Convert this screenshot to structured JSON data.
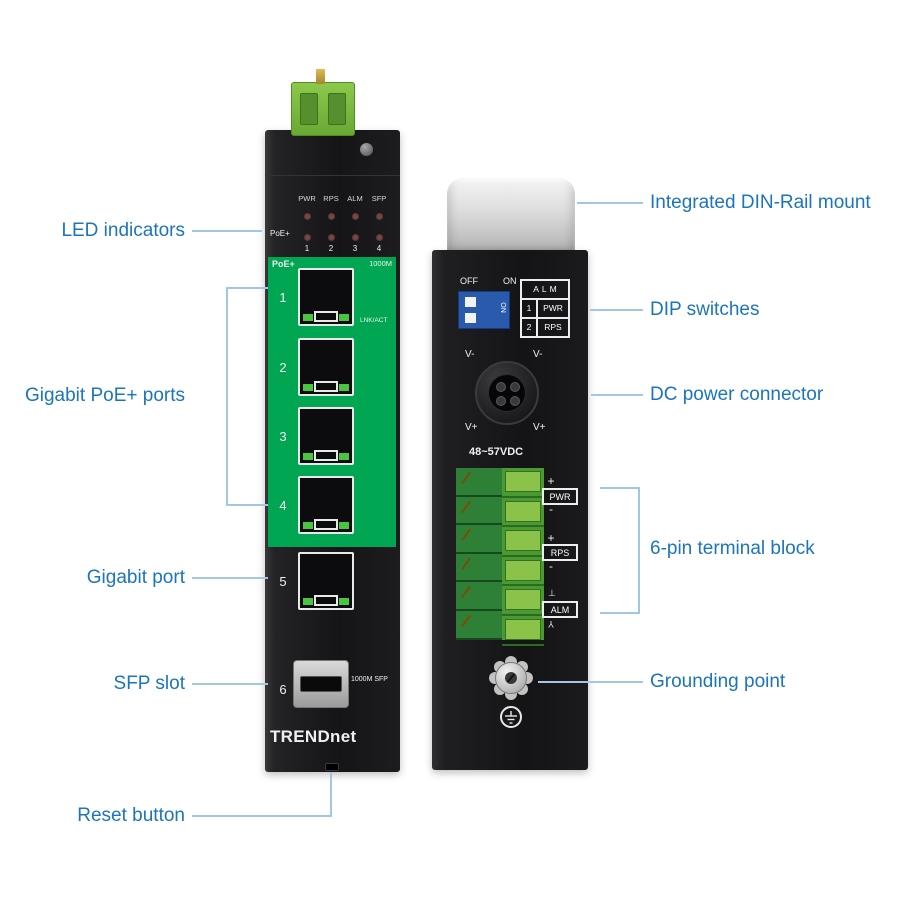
{
  "colors": {
    "label_blue": "#1B75BC",
    "line_blue": "#A3C6E2",
    "panel_green": "#00A651",
    "connector_green": "#7DC243",
    "device_black": "#1A1A1C",
    "screw_orange": "#E88F10"
  },
  "callouts": {
    "left": [
      {
        "label": "LED indicators"
      },
      {
        "label": "Gigabit PoE+ ports"
      },
      {
        "label": "Gigabit port"
      },
      {
        "label": "SFP slot"
      },
      {
        "label": "Reset button"
      }
    ],
    "right": [
      {
        "label": "Integrated DIN-Rail mount"
      },
      {
        "label": "DIP switches"
      },
      {
        "label": "DC power connector"
      },
      {
        "label": "6-pin terminal block"
      },
      {
        "label": "Grounding point"
      }
    ]
  },
  "front": {
    "brand": "TRENDnet",
    "led_labels": [
      "PWR",
      "RPS",
      "ALM",
      "SFP"
    ],
    "poe_row_label": "PoE+",
    "led_numbers": [
      "1",
      "2",
      "3",
      "4"
    ],
    "panel_poe_label": "PoE+",
    "panel_speed_label": "1000M",
    "lnk_act_label": "LNK/ACT",
    "port_numbers": [
      "1",
      "2",
      "3",
      "4"
    ],
    "gigabit_port_number": "5",
    "sfp_number": "6",
    "sfp_label": "1000M SFP"
  },
  "side": {
    "dip_off": "OFF",
    "dip_on": "ON",
    "dip_on_switch": "ON",
    "alm_header": "ALM",
    "dip_rows": [
      {
        "num": "1",
        "label": "PWR"
      },
      {
        "num": "2",
        "label": "RPS"
      }
    ],
    "dc_labels": [
      "V-",
      "V-",
      "V+",
      "V+"
    ],
    "voltage": "48~57VDC",
    "terminal_labels": [
      "+",
      "PWR",
      "-",
      "+",
      "RPS",
      "-"
    ],
    "alm_label": "ALM",
    "alm_symbols": [
      "⊥",
      "Y"
    ]
  }
}
